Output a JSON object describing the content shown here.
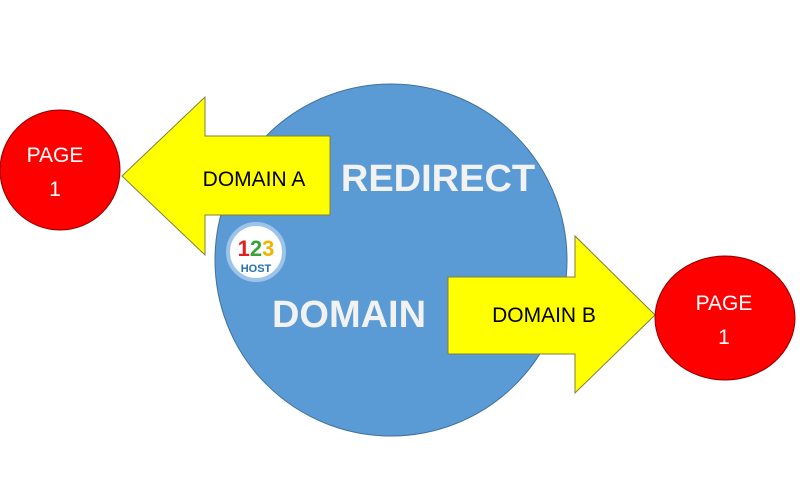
{
  "title_top": "REDIRECT",
  "title_bottom": "DOMAIN",
  "arrow_left": {
    "label": "DOMAIN A"
  },
  "arrow_right": {
    "label": "DOMAIN B"
  },
  "page_left": {
    "line1": "PAGE",
    "line2": "1"
  },
  "page_right": {
    "line1": "PAGE",
    "line2": "1"
  },
  "logo": {
    "digits": "123",
    "text": "HOST"
  },
  "colors": {
    "circle": "#5b9bd5",
    "arrow": "#ffff00",
    "page": "#ff0000",
    "text_white": "#f2f2f2"
  }
}
